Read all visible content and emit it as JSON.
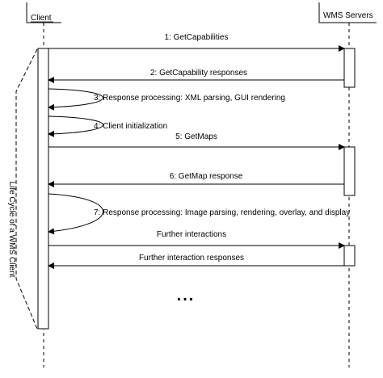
{
  "participants": {
    "client": "Client",
    "server": "WMS Servers"
  },
  "side_label": "Life Cycle of a WMS Client",
  "messages": [
    "1: GetCapabilities",
    "2: GetCapability responses",
    "3: Response processing: XML parsing, GUI rendering",
    "4: Client initialization",
    "5: GetMaps",
    "6: GetMap response",
    "7: Response processing: Image parsing, rendering, overlay, and display",
    "Further interactions",
    "Further interaction responses"
  ],
  "continuation": "..."
}
